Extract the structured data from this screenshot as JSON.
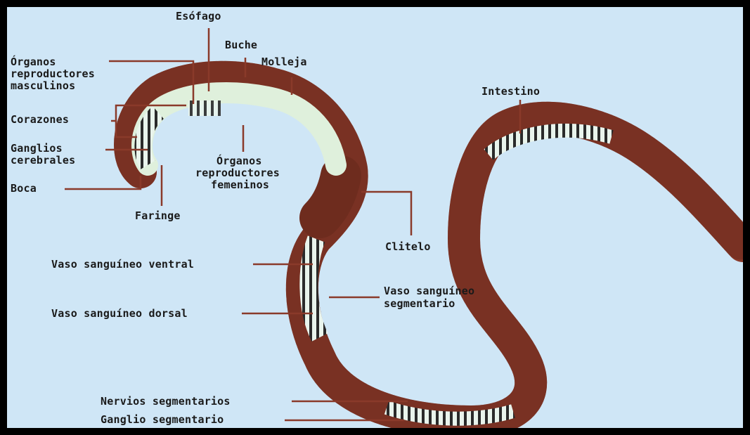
{
  "diagram": {
    "labels": {
      "esofago": "Esófago",
      "buche": "Buche",
      "molleja": "Molleja",
      "organos_masc_1": "Órganos",
      "organos_masc_2": "reproductores",
      "organos_masc_3": "masculinos",
      "corazones": "Corazones",
      "ganglios_1": "Ganglios",
      "ganglios_2": "cerebrales",
      "boca": "Boca",
      "faringe": "Faringe",
      "organos_fem_1": "Órganos",
      "organos_fem_2": "reproductores",
      "organos_fem_3": "femeninos",
      "intestino": "Intestino",
      "clitelo": "Clitelo",
      "vaso_ventral": "Vaso sanguíneo ventral",
      "vaso_segmentario_1": "Vaso sanguíneo",
      "vaso_segmentario_2": "segmentario",
      "vaso_dorsal": "Vaso sanguíneo dorsal",
      "nervios": "Nervios segmentarios",
      "ganglio_seg": "Ganglio segmentario"
    },
    "colors": {
      "background": "#cfe6f6",
      "worm_body": "#8a3a2a",
      "worm_dark": "#5e2418",
      "gut_fill": "#dff0dc",
      "leader_line": "#8a3a2a",
      "frame": "#000000"
    }
  }
}
